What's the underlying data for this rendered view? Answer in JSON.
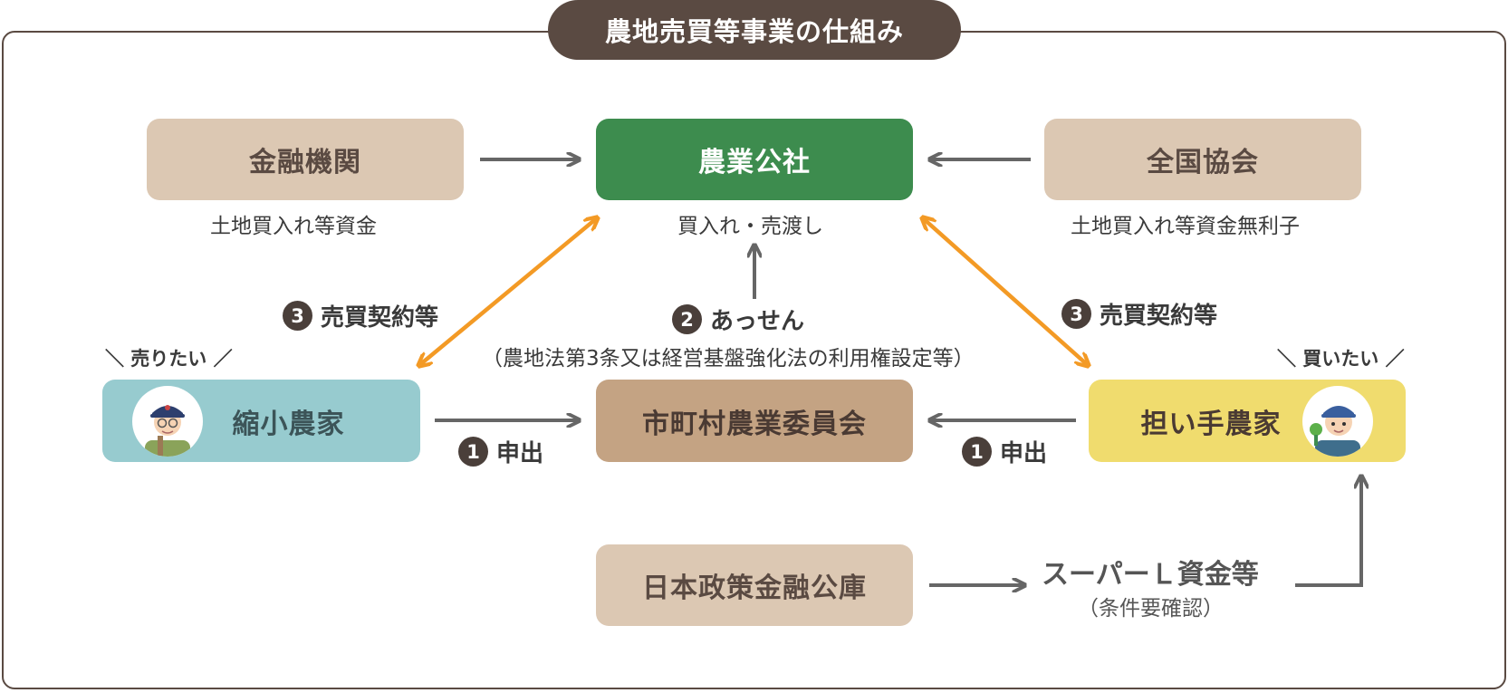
{
  "title": "農地売買等事業の仕組み",
  "nodes": {
    "finance": "金融機関",
    "kosha": "農業公社",
    "national": "全国協会",
    "shrinking": "縮小農家",
    "committee": "市町村農業委員会",
    "successor": "担い手農家",
    "jfc": "日本政策金融公庫"
  },
  "sublabels": {
    "finance": "土地買入れ等資金",
    "kosha": "買入れ・売渡し",
    "national": "土地買入れ等資金無利子"
  },
  "steps": {
    "s1_num": "1",
    "s1_label": "申出",
    "s2_num": "2",
    "s2_label": "あっせん",
    "s2_note": "（農地法第3条又は経営基盤強化法の利用権設定等）",
    "s3_num": "3",
    "s3_label": "売買契約等"
  },
  "wishes": {
    "sell": "＼ 売りたい ／",
    "buy": "＼ 買いたい ／"
  },
  "loan": {
    "name": "スーパーＬ資金等",
    "note": "（条件要確認）"
  },
  "colors": {
    "frame": "#5a4a42",
    "green": "#3d8c4e",
    "orange": "#f39a25",
    "gray_arrow": "#666666"
  },
  "icons": [
    "farmer-elder-icon",
    "farmer-young-icon"
  ]
}
